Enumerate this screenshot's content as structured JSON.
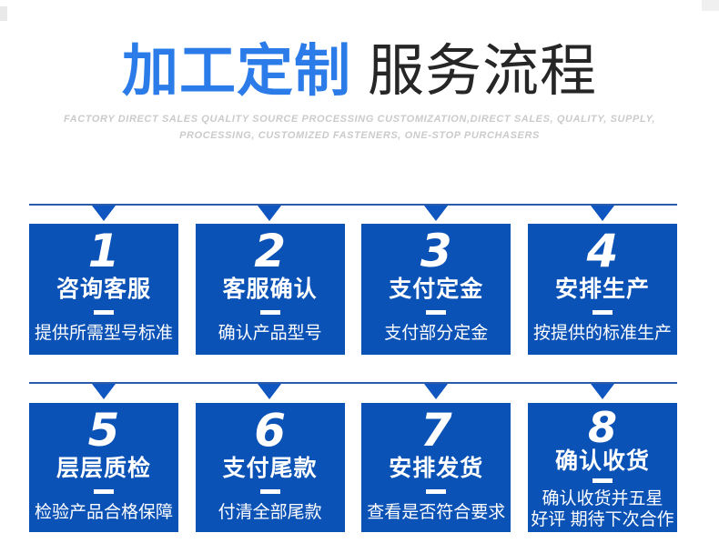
{
  "header": {
    "title_highlight": "加工定制",
    "title_rest": "服务流程",
    "subtitle_line1": "FACTORY DIRECT SALES QUALITY SOURCE PROCESSING CUSTOMIZATION,DIRECT SALES, QUALITY, SUPPLY,",
    "subtitle_line2": "PROCESSING, CUSTOMIZED FASTENERS, ONE-STOP PURCHASERS"
  },
  "colors": {
    "box_blue": "#0b52b6",
    "triangle_blue": "#0f56c0",
    "connector_line_blue": "#2b5cab",
    "title_blue": "#2b7ce9",
    "title_dark": "#262626",
    "subtitle_gray": "#cbcbcb"
  },
  "steps": [
    {
      "number": "1",
      "title": "咨询客服",
      "desc": "提供所需型号标准"
    },
    {
      "number": "2",
      "title": "客服确认",
      "desc": "确认产品型号"
    },
    {
      "number": "3",
      "title": "支付定金",
      "desc": "支付部分定金"
    },
    {
      "number": "4",
      "title": "安排生产",
      "desc": "按提供的标准生产"
    },
    {
      "number": "5",
      "title": "层层质检",
      "desc": "检验产品合格保障"
    },
    {
      "number": "6",
      "title": "支付尾款",
      "desc": "付清全部尾款"
    },
    {
      "number": "7",
      "title": "安排发货",
      "desc": "查看是否符合要求"
    },
    {
      "number": "8",
      "title": "确认收货",
      "desc": "确认收货并五星\n好评 期待下次合作"
    }
  ]
}
